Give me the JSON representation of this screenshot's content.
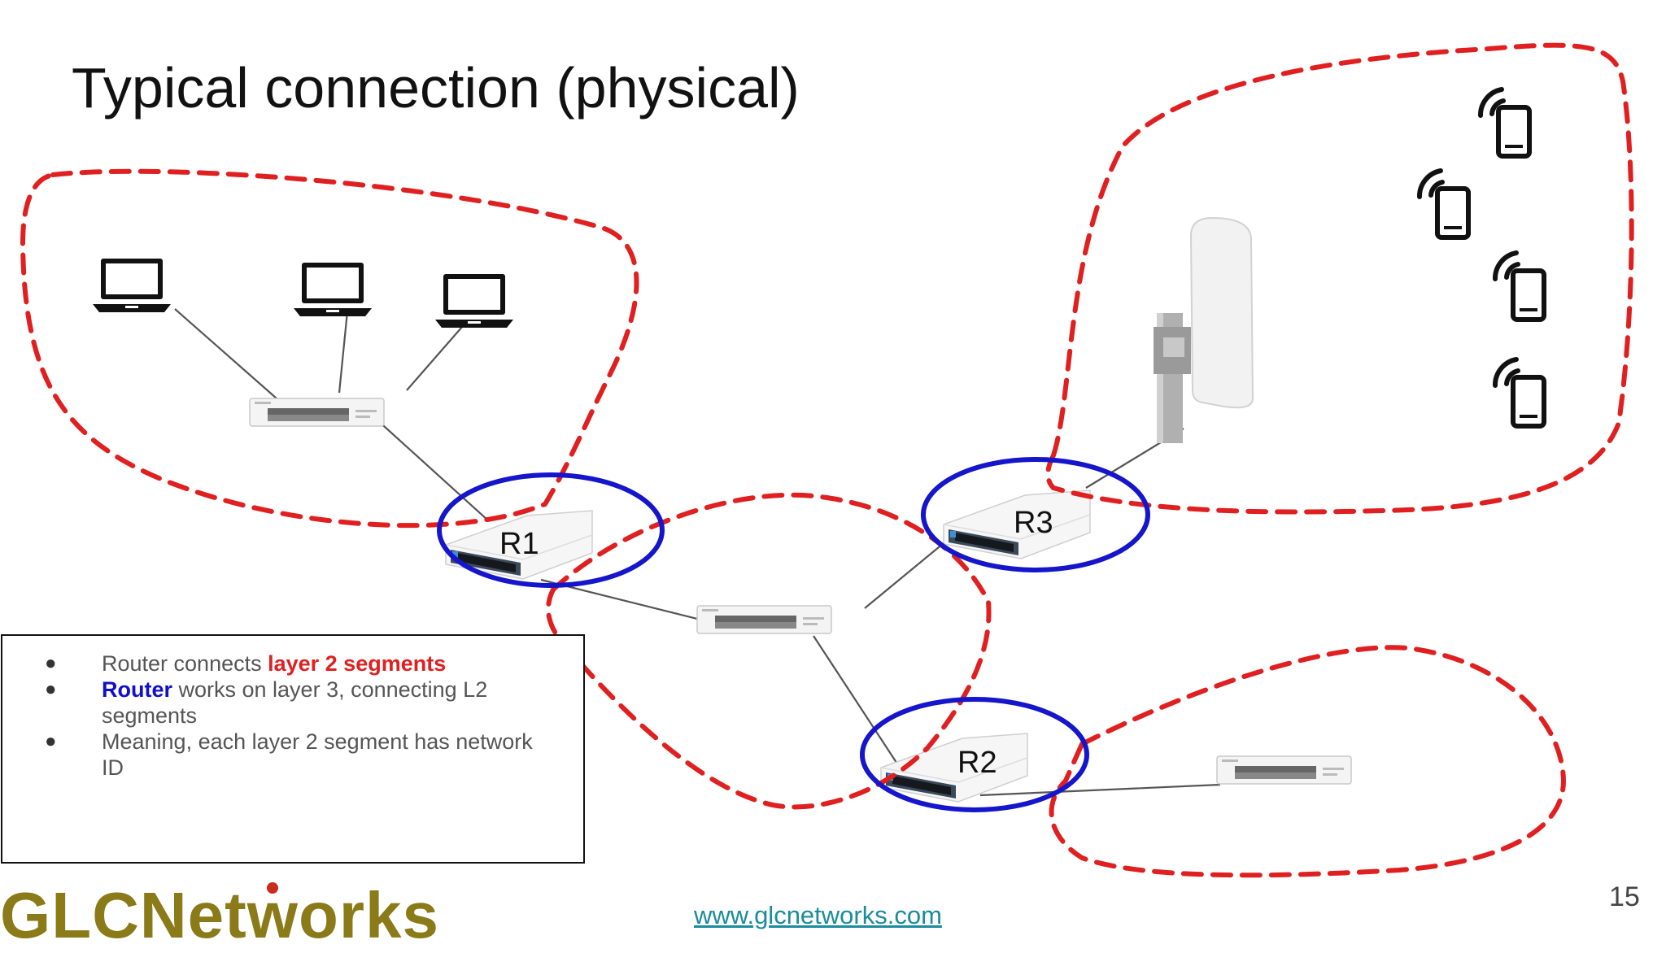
{
  "slide": {
    "title": "Typical connection (physical)",
    "page_number": "15",
    "website": "www.glcnetworks.com"
  },
  "logo": {
    "text_before": "GLCNet",
    "text_w": "w",
    "text_after": "orks",
    "brand_color": "#8a7a18",
    "dot_color": "#cc2a1a"
  },
  "diagram": {
    "routers": [
      {
        "id": "r1",
        "label": "R1"
      },
      {
        "id": "r3",
        "label": "R3"
      },
      {
        "id": "r2",
        "label": "R2"
      }
    ],
    "devices": {
      "laptops": 3,
      "switches": 3,
      "phones": 4,
      "sector_antenna": 1
    },
    "colors": {
      "segment_boundary": "#e02020",
      "router_highlight": "#1515cc",
      "cable": "#555555"
    }
  },
  "notes": {
    "bullet_glyph": "●",
    "b1_text": "Router connects ",
    "b1_highlight": "layer 2 segments",
    "b2_highlight": "Router",
    "b2_text": " works on layer 3, connecting L2 segments",
    "b3_text": "Meaning, each layer 2 segment has network ID"
  }
}
